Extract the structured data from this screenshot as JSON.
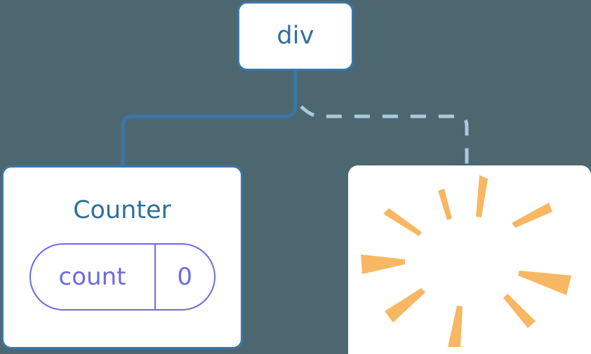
{
  "diagram": {
    "title": "component-tree",
    "background_color": "#4d6771",
    "nodes": {
      "root": {
        "label": "div",
        "border_color": "#3a77a8",
        "text_color": "#2f7099",
        "fill": "#ffffff"
      },
      "counter": {
        "label": "Counter",
        "border_color": "#3a77a8",
        "text_color": "#2f7099",
        "fill": "#ffffff",
        "state": {
          "key": "count",
          "value": "0",
          "accent_color": "#6b6be2"
        }
      },
      "sparkle": {
        "label": "",
        "fill": "#ffffff",
        "ray_color": "#f7b763",
        "ray_count": 10
      }
    },
    "edges": {
      "left": {
        "style": "solid",
        "color": "#3a77a8",
        "from": "root",
        "to": "counter"
      },
      "right": {
        "style": "dashed",
        "color": "#a8cade",
        "from": "root",
        "to": "sparkle"
      }
    }
  }
}
